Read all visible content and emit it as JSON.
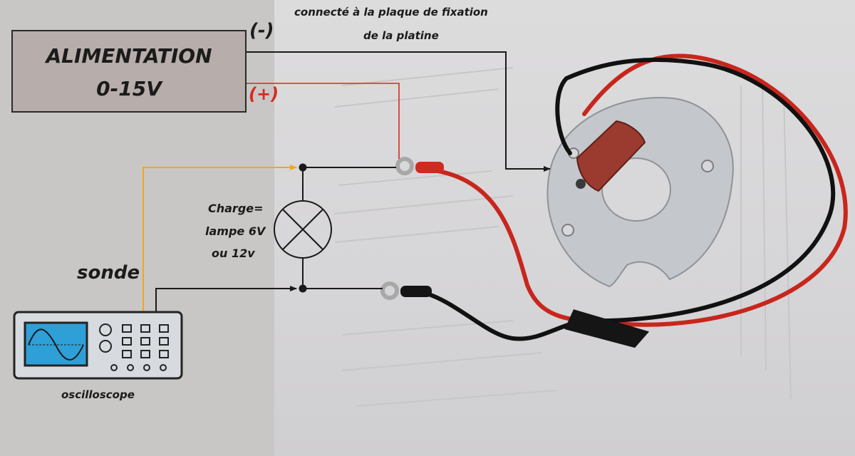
{
  "power_supply": {
    "title": "ALIMENTATION",
    "range": "0-15V"
  },
  "terminals": {
    "negative": "(-)",
    "positive": "(+)"
  },
  "note": {
    "line1": "connecté à la plaque de fixation",
    "line2": "de la platine"
  },
  "load": {
    "line1": "Charge=",
    "line2": "lampe 6V",
    "line3": "ou 12v"
  },
  "probe_label": "sonde",
  "oscilloscope_label": "oscilloscope",
  "colors": {
    "negative_wire": "#1a1a1a",
    "positive_wire": "#d62a20",
    "probe_wire": "#f0a81a",
    "power_box": "#b7aeab"
  }
}
